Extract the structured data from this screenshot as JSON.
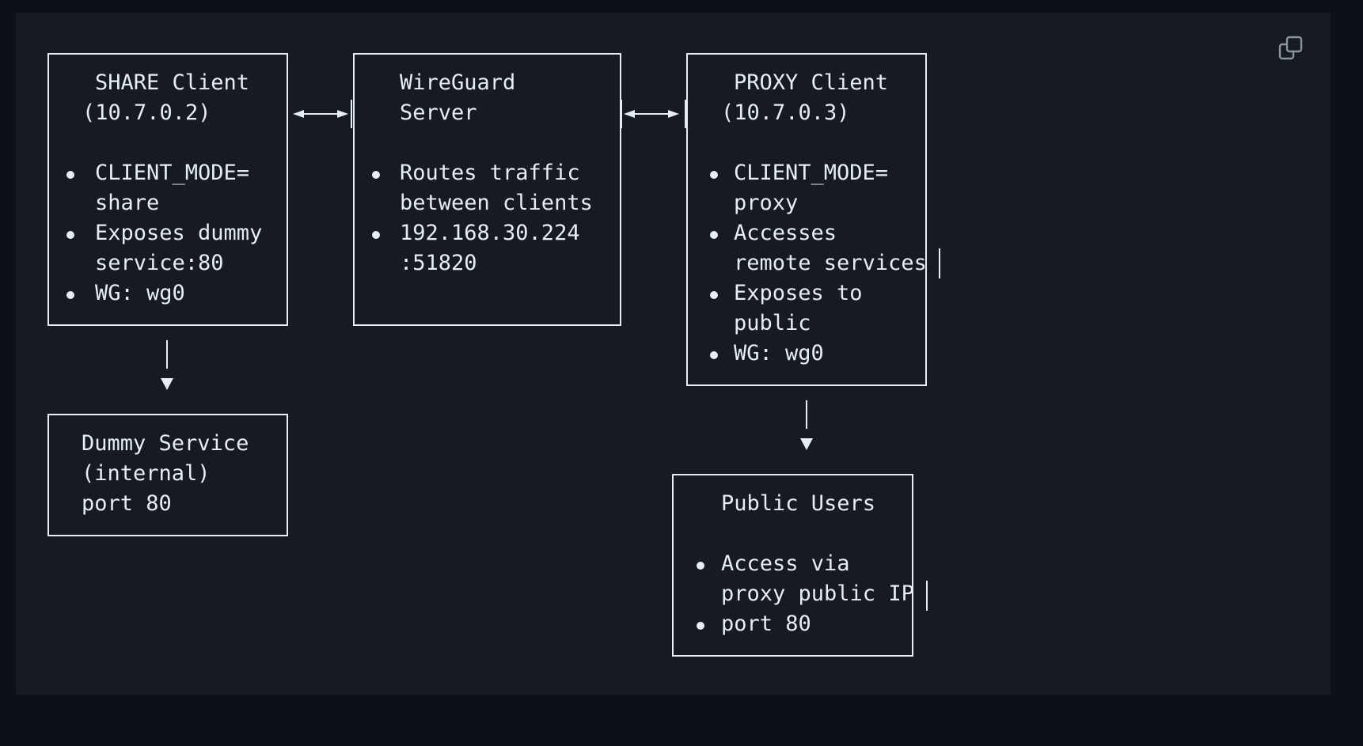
{
  "share_client": {
    "title": "SHARE Client",
    "subtitle": "(10.7.0.2)",
    "bullets": [
      [
        "CLIENT_MODE=",
        "share"
      ],
      [
        "Exposes dummy",
        "service:80"
      ],
      [
        "WG: wg0"
      ]
    ]
  },
  "wireguard_server": {
    "title": "WireGuard",
    "subtitle": "Server",
    "bullets": [
      [
        "Routes traffic",
        "between clients"
      ],
      [
        "192.168.30.224",
        ":51820"
      ]
    ]
  },
  "proxy_client": {
    "title": "PROXY Client",
    "subtitle": "(10.7.0.3)",
    "bullets": [
      [
        "CLIENT_MODE=",
        "proxy"
      ],
      [
        "Accesses",
        "remote services"
      ],
      [
        "Exposes to",
        "public"
      ],
      [
        "WG: wg0"
      ]
    ]
  },
  "dummy_service": {
    "lines": [
      "Dummy Service",
      "(internal)",
      "port 80"
    ]
  },
  "public_users": {
    "title": "Public Users",
    "bullets": [
      [
        "Access via",
        "proxy public IP"
      ],
      [
        "port 80"
      ]
    ]
  },
  "icons": {
    "copy": "copy-icon"
  },
  "colors": {
    "page_background": "#0d1117",
    "panel_background": "#161b22",
    "foreground": "#e6edf3"
  }
}
